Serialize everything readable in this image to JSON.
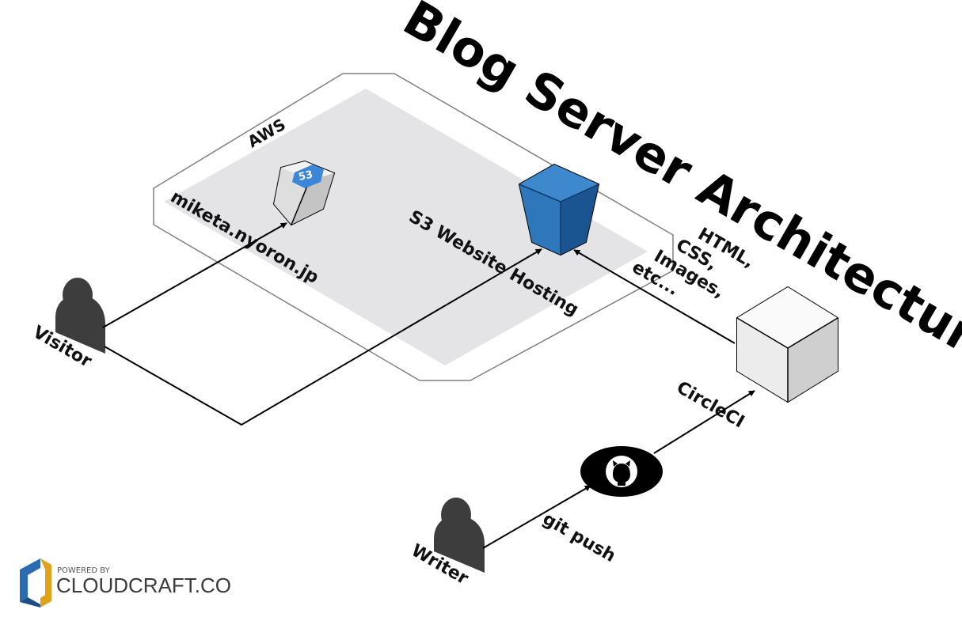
{
  "title": "Blog Server Architecture",
  "region": {
    "label": "AWS"
  },
  "nodes": {
    "dns": {
      "label": "miketa.nyoron.jp",
      "badge": "53"
    },
    "s3": {
      "label": "S3 Website Hosting"
    },
    "ci": {
      "label": "CircleCI"
    },
    "visitor": {
      "label": "Visitor"
    },
    "writer": {
      "label": "Writer"
    }
  },
  "edges": {
    "assets": [
      "HTML,",
      "CSS,",
      "Images,",
      "etc..."
    ],
    "push": "git push"
  },
  "branding": {
    "powered": "POWERED BY",
    "name": "CLOUDCRAFT.CO"
  },
  "colors": {
    "s3_blue": "#2f77bb",
    "badge_blue": "#3b86d6",
    "zone_gray": "#e4e4e6"
  }
}
